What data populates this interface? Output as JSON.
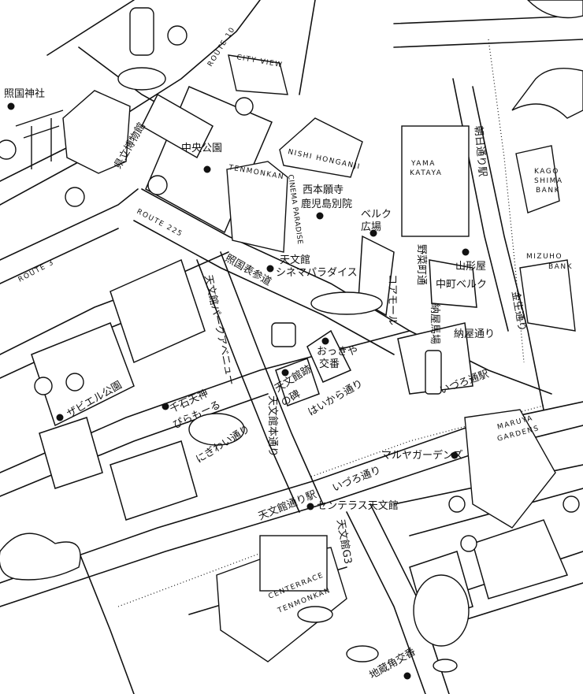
{
  "colors": {
    "ink": "#111111",
    "paper": "#ffffff"
  },
  "landmarks": {
    "terukuni_shrine": "照国神社",
    "prefectural_museum": "県立博物館",
    "central_park": "中央公園",
    "nishi_honganji_sign": "NISHI HONGANJI",
    "nishi_honganji_betsuin_1": "西本願寺",
    "nishi_honganji_betsuin_2": "鹿児島別院",
    "belc_plaza_1": "ベルク",
    "belc_plaza_2": "広場",
    "yamakataya_sign_1": "YAMA",
    "yamakataya_sign_2": "KATAYA",
    "yamakataya": "山形屋",
    "kagoshima_bank_1": "KAGO",
    "kagoshima_bank_2": "SHIMA",
    "kagoshima_bank_3": "BANK",
    "mizuho_bank_1": "MIZUHO",
    "mizuho_bank_2": "BANK",
    "tenmonkan_building": "TENMONKAN",
    "cinema_paradise_sign": "CINEMA PARADISE",
    "cinema_paradise_1": "天文館",
    "cinema_paradise_2": "シネマパラダイス",
    "city_view_bus": "CITY VIEW",
    "okkiya_koban_1": "おっきや",
    "okkiya_koban_2": "交番",
    "tenmonkan_monument_1": "天文館跡",
    "tenmonkan_monument_2": "の碑",
    "sengoku_tenjin": "千石天神",
    "piramall": "ぴらもーる",
    "xavier_park": "ザビエル公園",
    "maruya_gardens": "マルヤガーデンズ",
    "maruya_gardens_sign_1": "MARUYA",
    "maruya_gardens_sign_2": "GARDENS",
    "centerrace": "センテラス天文館",
    "centerrace_sign_1": "CENTERRACE",
    "centerrace_sign_2": "TENMONKAN",
    "jizokado_koban": "地蔵角交番",
    "yasaimachi_stone": "野菜町通",
    "nayababa_stone": "納屋馬場"
  },
  "streets": {
    "route10": "ROUTE 10",
    "route225": "ROUTE 225",
    "route3": "ROUTE 3",
    "terukuni_omotesando": "照国表参道",
    "park_avenue": "天文館パークアベニュー",
    "haikara_dori": "はいから通り",
    "hondori": "天文館本通り",
    "nigiwai_dori": "にぎわい通り",
    "izuro_dori": "いづろ通り",
    "core_mall": "コアモール",
    "nakamachi_belc": "中町ベルク",
    "naya_dori": "納屋通り",
    "kinsei_dori": "金生通り",
    "tenmonkan_g3": "天文館G3"
  },
  "stations": {
    "asahi_dori": "朝日通り駅",
    "izuro_dori": "いづろ通駅",
    "tenmonkan_dori": "天文館通り駅"
  }
}
